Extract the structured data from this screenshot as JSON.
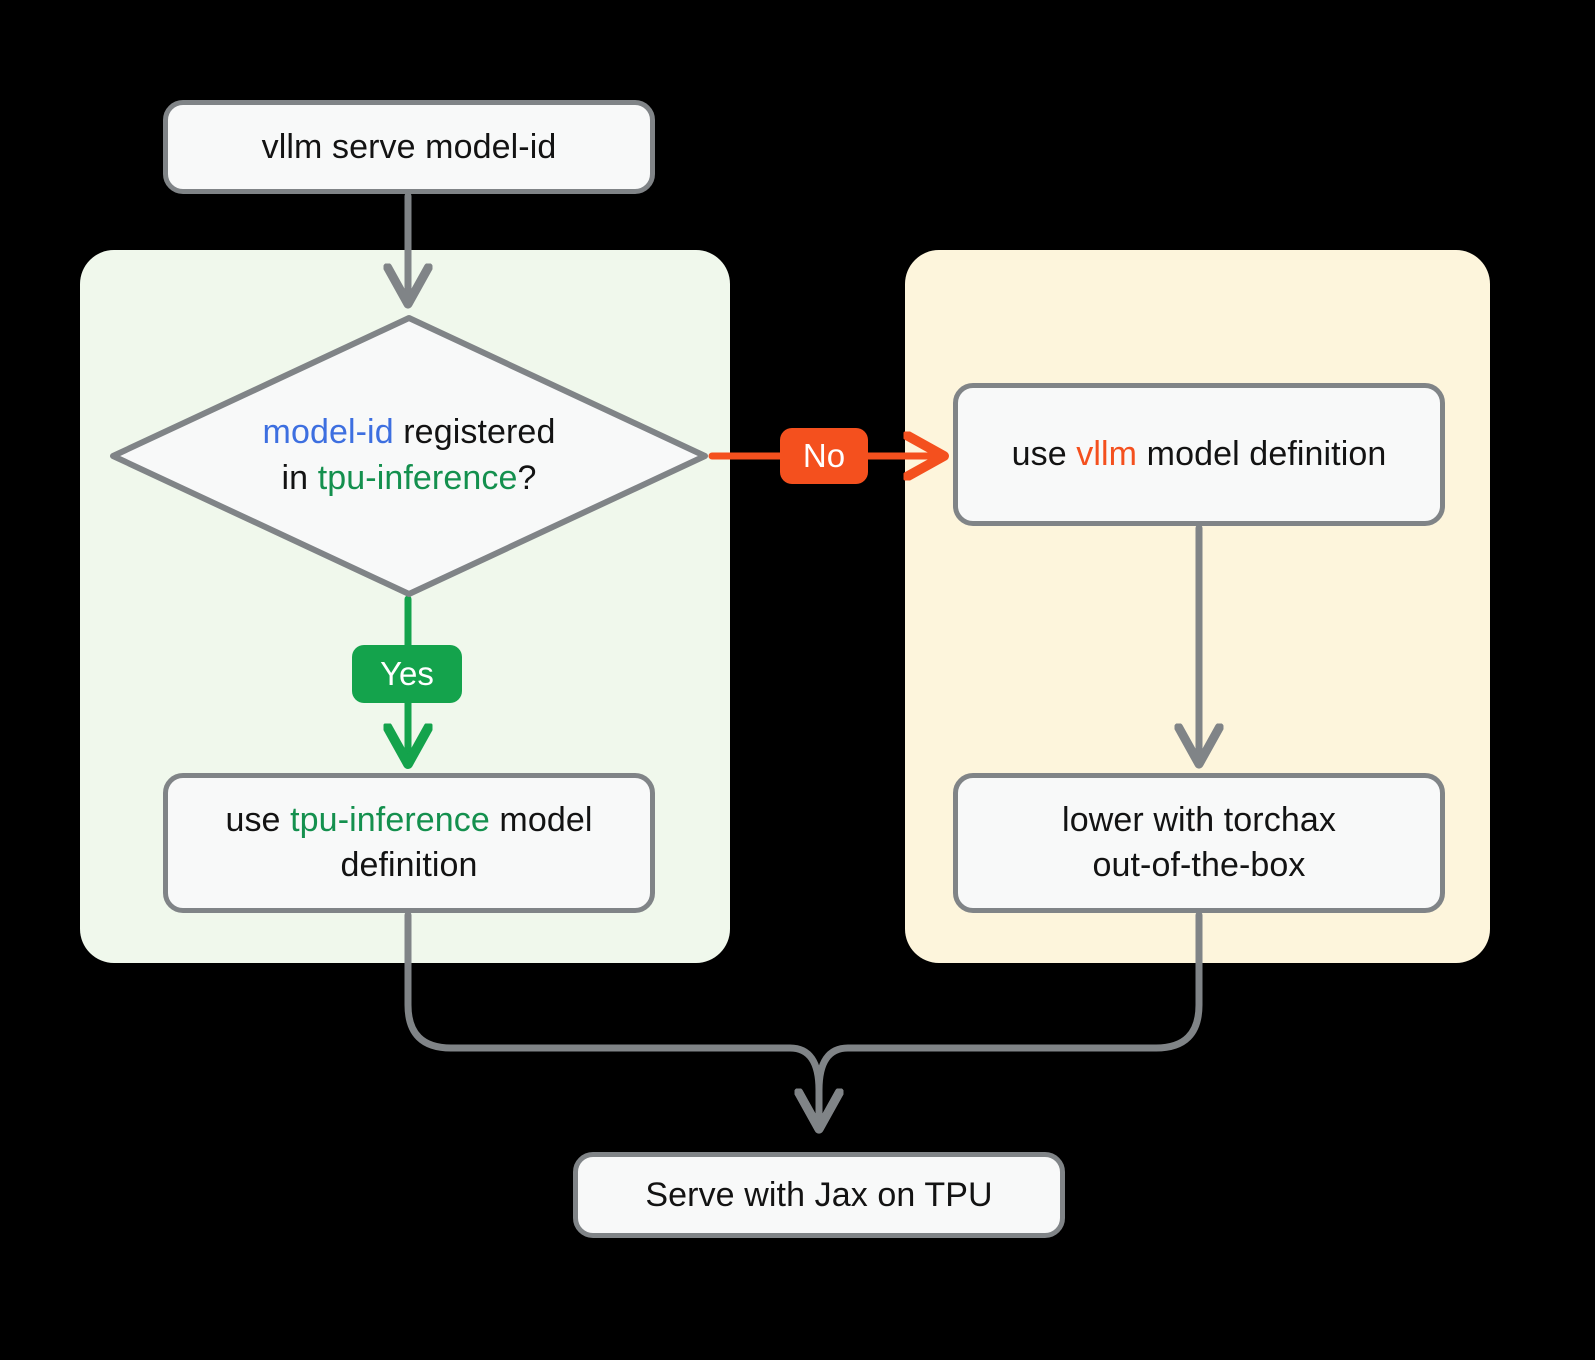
{
  "diagram": {
    "type": "flowchart",
    "title": "vllm serve model-id routing on TPU",
    "colors": {
      "background": "#000000",
      "node_fill": "#f8f9f9",
      "node_stroke": "#808487",
      "edge_stroke": "#808487",
      "panel_left_fill": "#f0f8ec",
      "panel_right_fill": "#fdf5dc",
      "accent_blue": "#3d6fe0",
      "accent_green": "#14904e",
      "accent_orange": "#f4501e",
      "badge_yes_fill": "#14a34c",
      "badge_no_fill": "#f4501e",
      "text": "#131313"
    }
  },
  "nodes": {
    "start": {
      "label": "vllm serve model-id",
      "shape": "rounded-rect"
    },
    "decision": {
      "shape": "diamond",
      "line1_token": "model-id",
      "line1_rest": " registered",
      "line2_prefix": "in ",
      "line2_token": "tpu-inference",
      "line2_suffix": "?"
    },
    "left_bottom": {
      "shape": "rounded-rect",
      "prefix": "use ",
      "token": "tpu-inference",
      "suffix": " model definition"
    },
    "right_top": {
      "shape": "rounded-rect",
      "prefix": "use ",
      "token": "vllm",
      "suffix": " model definition"
    },
    "right_bottom": {
      "shape": "rounded-rect",
      "line1": "lower with torchax",
      "line2": "out-of-the-box"
    },
    "end": {
      "shape": "rounded-rect",
      "label": "Serve with Jax on TPU"
    }
  },
  "edge_labels": {
    "yes": "Yes",
    "no": "No"
  },
  "edges": [
    {
      "from": "start",
      "to": "decision",
      "label": ""
    },
    {
      "from": "decision",
      "to": "left_bottom",
      "label": "Yes"
    },
    {
      "from": "decision",
      "to": "right_top",
      "label": "No"
    },
    {
      "from": "right_top",
      "to": "right_bottom",
      "label": ""
    },
    {
      "from": "left_bottom",
      "to": "end",
      "label": ""
    },
    {
      "from": "right_bottom",
      "to": "end",
      "label": ""
    }
  ]
}
